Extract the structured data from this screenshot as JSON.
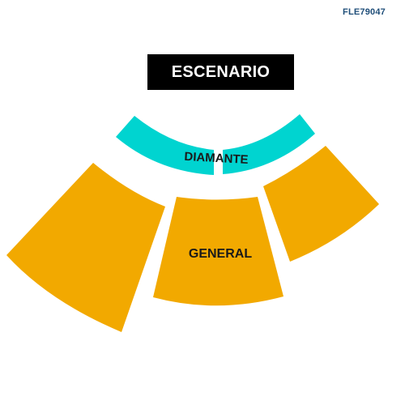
{
  "map_code": "FLE79047",
  "stage": {
    "label": "ESCENARIO",
    "color": "#000000",
    "text_color": "#ffffff"
  },
  "sections": {
    "diamante": {
      "label": "DIAMANTE",
      "color": "#00d4d0"
    },
    "general": {
      "label": "GENERAL",
      "color": "#f2a900"
    },
    "general_left": {
      "color": "#f2a900"
    },
    "general_right": {
      "color": "#f2a900"
    }
  }
}
